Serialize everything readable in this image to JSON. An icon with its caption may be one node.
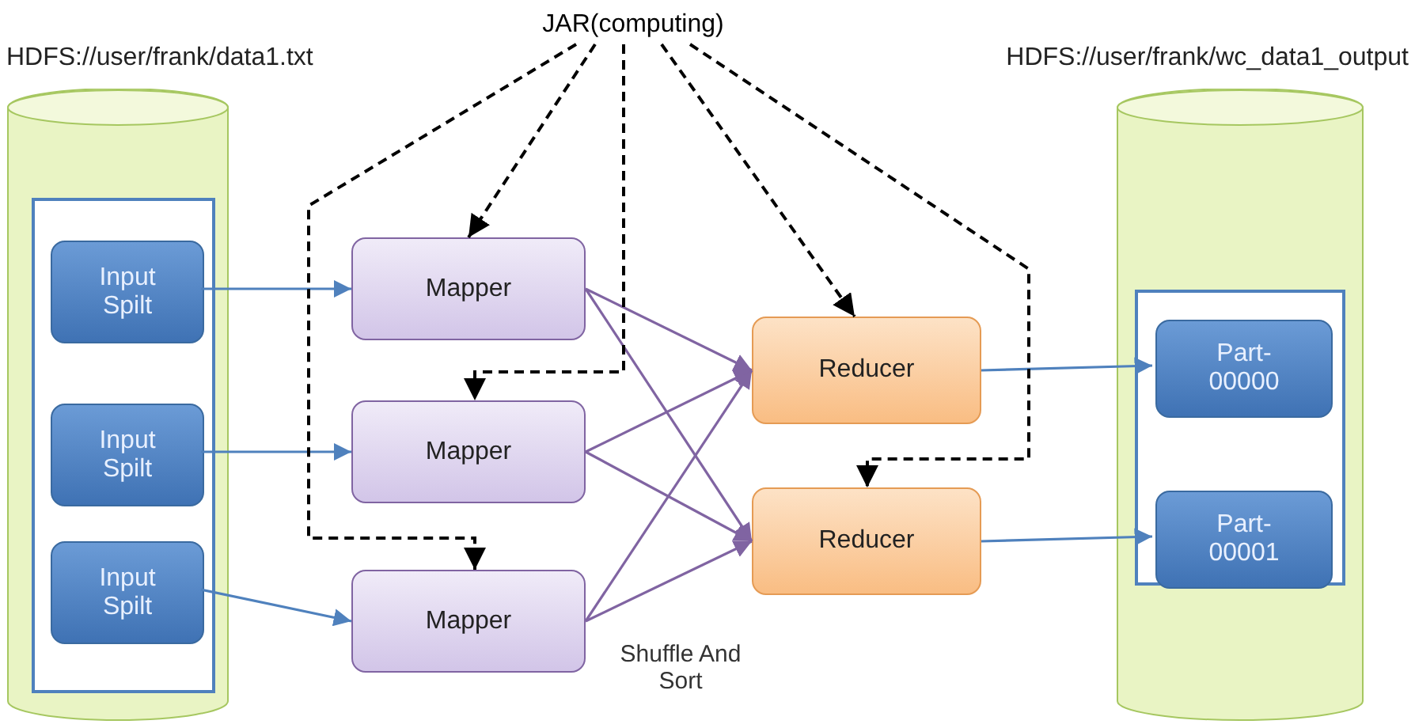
{
  "diagram": {
    "nodes": [
      {
        "text": [
          "JAR(computing)"
        ]
      },
      {
        "text": [
          "HDFS://user/frank/data1.txt"
        ]
      },
      {
        "text": [],
        "shape": "box",
        "in": 1
      },
      {
        "text": [
          "Input Spilt"
        ],
        "in": 2
      },
      {
        "text": [
          "Input Spilt"
        ],
        "in": 2
      },
      {
        "text": [
          "Input Spilt"
        ],
        "in": 2
      },
      {
        "text": [
          "Mapper"
        ]
      },
      {
        "text": [
          "Mapper"
        ]
      },
      {
        "text": [
          "Mapper"
        ]
      },
      {
        "text": [
          "Reducer"
        ]
      },
      {
        "text": [
          "Reducer"
        ]
      },
      {
        "text": [
          "HDFS://user/frank/wc_data1_output"
        ]
      },
      {
        "text": [],
        "shape": "box",
        "in": 11
      },
      {
        "text": [
          "Part- 00000"
        ],
        "in": 12
      },
      {
        "text": [
          "Part- 00001"
        ],
        "in": 12
      }
    ],
    "edges": [
      {
        "from": 3,
        "to": 6,
        "arrow": "to",
        "color": "#4f81bd"
      },
      {
        "from": 4,
        "to": 7,
        "arrow": "to",
        "color": "#4f81bd"
      },
      {
        "from": 5,
        "to": 8,
        "arrow": "to",
        "color": "#4f81bd"
      },
      {
        "from": 6,
        "to": 9,
        "arrow": "to"
      },
      {
        "from": 6,
        "to": 10,
        "arrow": "to"
      },
      {
        "from": 7,
        "to": 9,
        "arrow": "to"
      },
      {
        "from": 7,
        "to": 10,
        "arrow": "to"
      },
      {
        "from": 8,
        "to": 9,
        "arrow": "to"
      },
      {
        "from": 8,
        "to": 10,
        "arrow": "to"
      },
      {
        "from": 9,
        "to": 13,
        "arrow": "to",
        "color": "#4f81bd"
      },
      {
        "from": 10,
        "to": 14,
        "arrow": "to",
        "color": "#4f81bd"
      },
      {
        "from": 0,
        "to": 6,
        "arrow": "to",
        "style": "dashed",
        "color": "#000000"
      },
      {
        "from": 0,
        "to": 7,
        "arrow": "to",
        "style": "dashed",
        "color": "#000000"
      },
      {
        "from": 0,
        "to": 8,
        "arrow": "to",
        "style": "dashed",
        "color": "#000000"
      },
      {
        "from": 0,
        "to": 9,
        "arrow": "to",
        "style": "dashed",
        "color": "#000000"
      },
      {
        "from": 0,
        "to": 10,
        "arrow": "to",
        "style": "dashed",
        "color": "#000000"
      }
    ],
    "labels": [
      "Shuffle And Sort"
    ]
  }
}
